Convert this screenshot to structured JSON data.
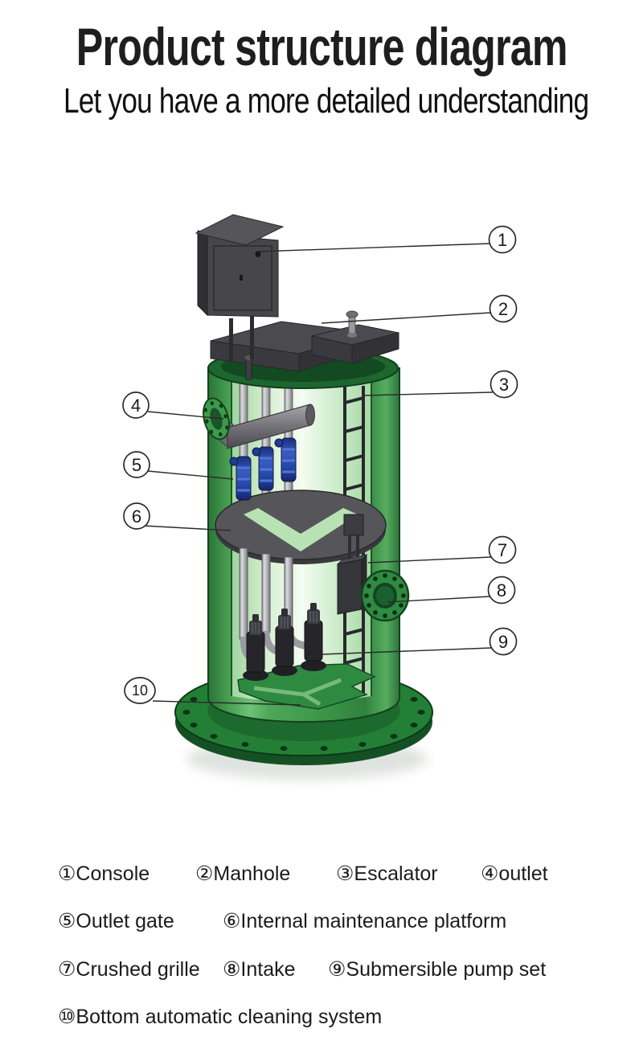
{
  "header": {
    "title": "Product structure diagram",
    "subtitle": "Let you have a more detailed understanding"
  },
  "diagram": {
    "callouts": [
      {
        "number": "1"
      },
      {
        "number": "2"
      },
      {
        "number": "3"
      },
      {
        "number": "4"
      },
      {
        "number": "5"
      },
      {
        "number": "6"
      },
      {
        "number": "7"
      },
      {
        "number": "8"
      },
      {
        "number": "9"
      },
      {
        "number": "10"
      }
    ]
  },
  "legend": {
    "items": [
      {
        "num": "①",
        "label": "Console"
      },
      {
        "num": "②",
        "label": "Manhole"
      },
      {
        "num": "③",
        "label": "Escalator"
      },
      {
        "num": "④",
        "label": "outlet"
      },
      {
        "num": "⑤",
        "label": "Outlet gate"
      },
      {
        "num": "⑥",
        "label": "Internal maintenance platform"
      },
      {
        "num": "⑦",
        "label": "Crushed grille"
      },
      {
        "num": "⑧",
        "label": "Intake"
      },
      {
        "num": "⑨",
        "label": "Submersible pump set"
      },
      {
        "num": "⑩",
        "label": "Bottom automatic cleaning system"
      }
    ]
  },
  "colors": {
    "tank_green": "#3f9a4b",
    "tank_rim_dark": "#1d662f",
    "interior_light": "#f2fbef",
    "base_green": "#237f35",
    "component_slate": "#47474b",
    "valve_blue": "#2444a5",
    "pipe_silver": "#c9c9cc",
    "callout_stroke": "#2b2b2b",
    "text": "#1b1b1b"
  }
}
